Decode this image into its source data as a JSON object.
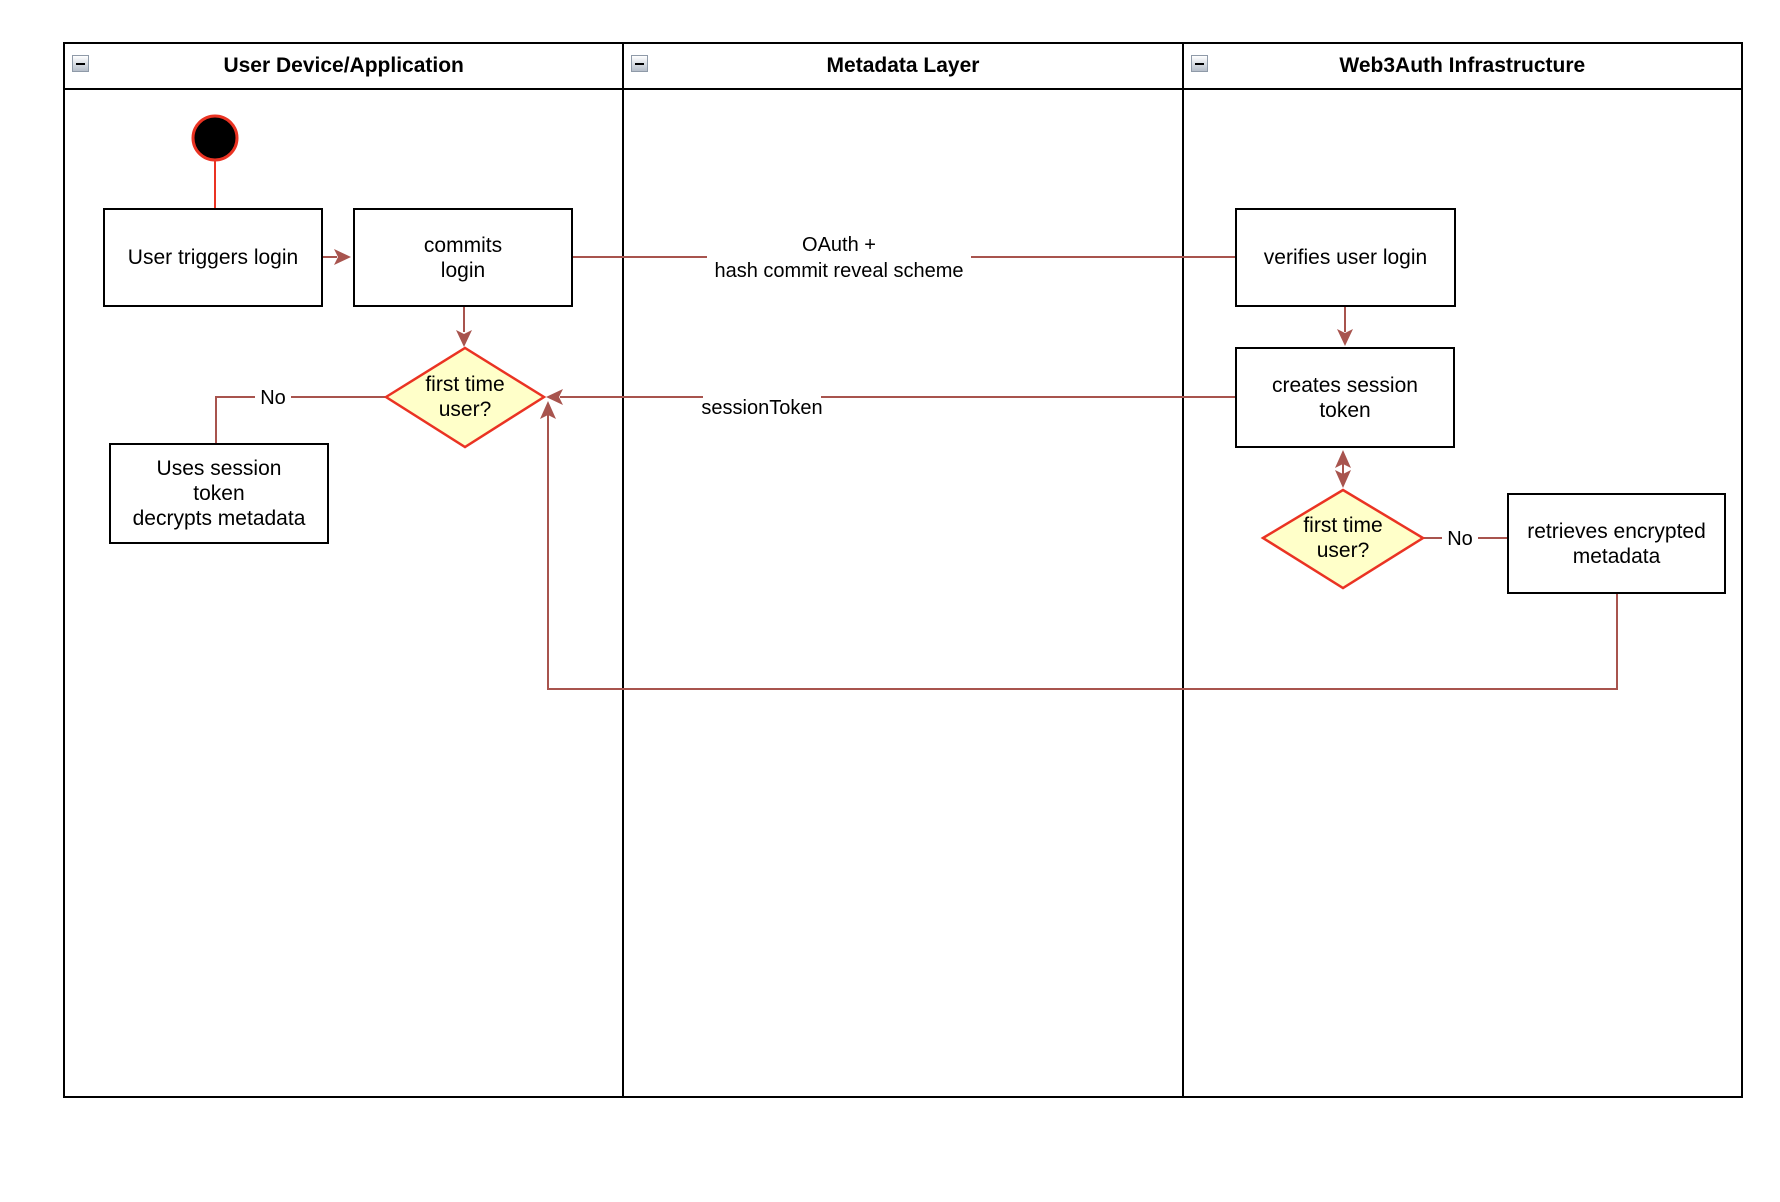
{
  "lanes": [
    {
      "title": "User Device/Application"
    },
    {
      "title": "Metadata Layer"
    },
    {
      "title": "Web3Auth Infrastructure"
    }
  ],
  "nodes": {
    "user_triggers_login": {
      "label": "User triggers login"
    },
    "commits_login": {
      "label": "commits\nlogin"
    },
    "verifies_user_login": {
      "label": "verifies user login"
    },
    "creates_session_token": {
      "label": "creates session\ntoken"
    },
    "uses_session_token": {
      "label": "Uses session\ntoken\ndecrypts metadata"
    },
    "retrieves_encrypted_metadata": {
      "label": "retrieves encrypted\nmetadata"
    },
    "decision_user_first_time": {
      "label": "first time\nuser?"
    },
    "decision_web3auth_first_time": {
      "label": "first time\nuser?"
    }
  },
  "edge_labels": {
    "oauth": "OAuth +\nhash commit reveal scheme",
    "session_token": "sessionToken",
    "no_user_branch": "No",
    "no_web3auth_branch": "No"
  },
  "colors": {
    "connector": "#A8544E",
    "accent": "#EA3323",
    "decision_fill": "#FFFFC9",
    "shape_border": "#000000"
  }
}
